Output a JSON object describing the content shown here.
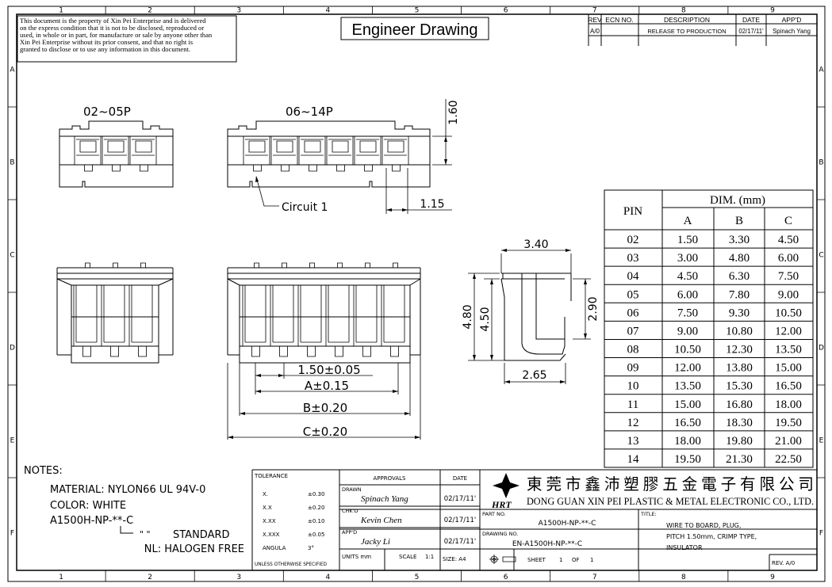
{
  "notice": [
    "This document is the property of Xin Pei Enterprise and is delivered",
    "on the express condition that it is not to be disclosed, reproduced or",
    "used, in whole or in part, for manufacture or sale by anyone other than",
    "Xin Pei Enterprise without its prior consent, and that no right is",
    "granted to disclose or to use any information in this document."
  ],
  "title": "Engineer Drawing",
  "zone_columns": [
    "1",
    "2",
    "3",
    "4",
    "5",
    "6",
    "7",
    "8",
    "9"
  ],
  "zone_rows": [
    "A",
    "B",
    "C",
    "D",
    "E",
    "F"
  ],
  "revision_table": {
    "headers": [
      "REV",
      "ECN NO.",
      "DESCRIPTION",
      "DATE",
      "APP'D"
    ],
    "rows": [
      [
        "A/0",
        "",
        "RELEASE TO PRODUCTION",
        "02/17/11'",
        "Spinach Yang"
      ]
    ]
  },
  "views": {
    "small_label": "02~05P",
    "large_label": "06~14P",
    "circuit_label": "Circuit 1",
    "dims": {
      "height_top": "1.60",
      "pin_offset": "1.15",
      "pitch": "1.50±0.05",
      "a": "A±0.15",
      "b": "B±0.20",
      "c": "C±0.20",
      "side_width": "3.40",
      "side_h1": "4.80",
      "side_h2": "4.50",
      "side_h3": "2.90",
      "side_bottom": "2.65"
    }
  },
  "dim_table": {
    "pin_header": "PIN",
    "group_header": "DIM. (mm)",
    "columns": [
      "A",
      "B",
      "C"
    ],
    "rows": [
      [
        "02",
        "1.50",
        "3.30",
        "4.50"
      ],
      [
        "03",
        "3.00",
        "4.80",
        "6.00"
      ],
      [
        "04",
        "4.50",
        "6.30",
        "7.50"
      ],
      [
        "05",
        "6.00",
        "7.80",
        "9.00"
      ],
      [
        "06",
        "7.50",
        "9.30",
        "10.50"
      ],
      [
        "07",
        "9.00",
        "10.80",
        "12.00"
      ],
      [
        "08",
        "10.50",
        "12.30",
        "13.50"
      ],
      [
        "09",
        "12.00",
        "13.80",
        "15.00"
      ],
      [
        "10",
        "13.50",
        "15.30",
        "16.50"
      ],
      [
        "11",
        "15.00",
        "16.80",
        "18.00"
      ],
      [
        "12",
        "16.50",
        "18.30",
        "19.50"
      ],
      [
        "13",
        "18.00",
        "19.80",
        "21.00"
      ],
      [
        "14",
        "19.50",
        "21.30",
        "22.50"
      ]
    ]
  },
  "notes": {
    "heading": "NOTES:",
    "material": "MATERIAL: NYLON66 UL 94V-0",
    "color": "COLOR: WHITE",
    "part_code": "A1500H-NP-**-C",
    "quote_marks": "\"   \"",
    "standard": "STANDARD",
    "halogen": "NL: HALOGEN FREE"
  },
  "tolerance": {
    "heading": "TOLERANCE",
    "rows": [
      [
        "X.",
        "±0.30"
      ],
      [
        "X.X",
        "±0.20"
      ],
      [
        "X.XX",
        "±0.10"
      ],
      [
        "X.XXX",
        "±0.05"
      ],
      [
        "ANGULA",
        "3°"
      ]
    ],
    "footer": "UNLESS OTHERWISE SPECIFIED"
  },
  "approvals": {
    "heading": "APPROVALS",
    "date_heading": "DATE",
    "rows": [
      {
        "role": "DRAWN",
        "name": "Spinach Yang",
        "date": "02/17/11'"
      },
      {
        "role": "CHK'D",
        "name": "Kevin Chen",
        "date": "02/17/11'"
      },
      {
        "role": "APP'D",
        "name": "Jacky Li",
        "date": "02/17/11'"
      }
    ],
    "units": "UNITS  mm",
    "scale_label": "SCALE",
    "scale": "1:1",
    "size": "SIZE: A4"
  },
  "company": {
    "logo_text": "HRT",
    "name_cn": "東 莞 市 鑫 沛 塑 膠 五 金 電 子 有 限 公 司",
    "name_en": "DONG GUAN XIN PEI PLASTIC & METAL ELECTRONIC CO., LTD."
  },
  "part_no": {
    "label": "PART NO.",
    "value": "A1500H-NP-**-C"
  },
  "drawing_no": {
    "label": "DRAWING NO.",
    "value": "EN-A1500H-NP-**-C"
  },
  "sheet": {
    "label": "SHEET",
    "num": "1",
    "of_label": "OF",
    "total": "1"
  },
  "title_block": {
    "label": "TITLE:",
    "lines": [
      "WIRE TO BOARD, PLUG,",
      "PITCH 1.50mm, CRIMP TYPE,",
      "INSULATOR"
    ],
    "rev": "REV. A/0"
  }
}
